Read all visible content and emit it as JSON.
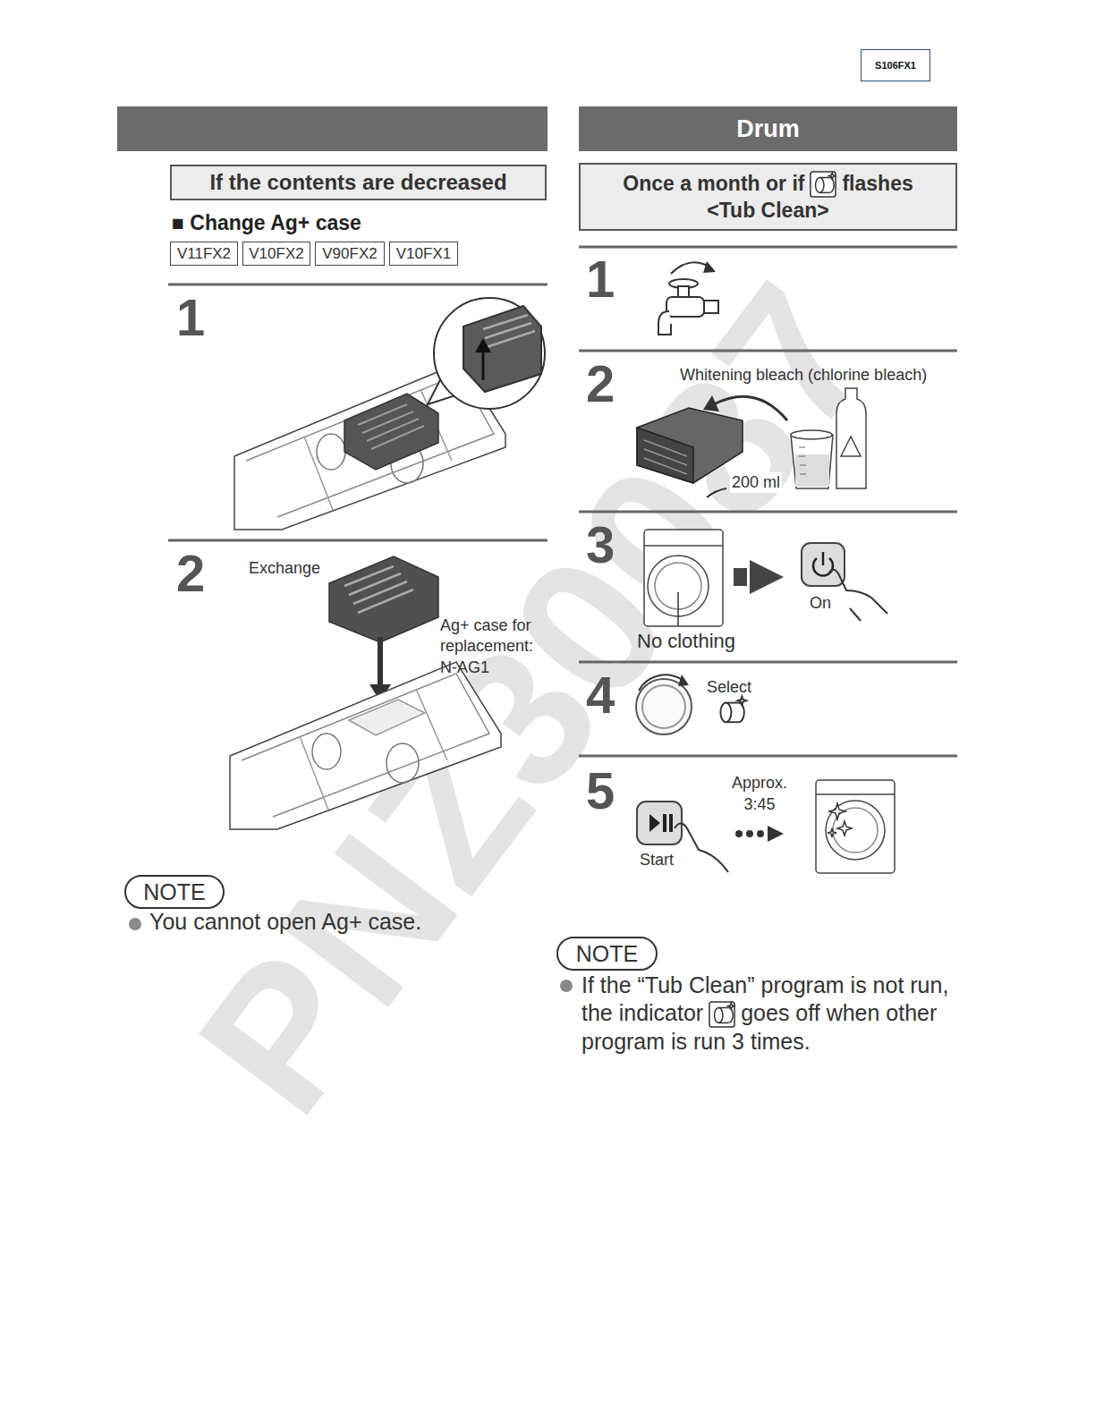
{
  "diagram": {
    "nodes": [
      {
        "text": [
          "S106FX1"
        ]
      },
      {
        "text": [
          "If the contents are decreased"
        ]
      },
      {
        "text": [
          "V11FX2"
        ]
      },
      {
        "text": [
          "V10FX2"
        ]
      },
      {
        "text": [
          "V90FX2"
        ]
      },
      {
        "text": [
          "V10FX1"
        ]
      },
      {
        "text": [
          "Drum"
        ]
      },
      {
        "text": [
          "Once a month or if",
          "flashes",
          "<Tub Clean>"
        ]
      },
      {
        "text": [
          "NOTE"
        ]
      },
      {
        "text": [
          "NOTE"
        ]
      }
    ],
    "labels": [
      "■ Change Ag+ case",
      "1",
      "2",
      "Exchange",
      "Ag+ case for replacement: N-AG1",
      "You cannot open Ag+ case.",
      "1",
      "2",
      "Whitening bleach (chlorine bleach)",
      "200 ml",
      "3",
      "No clothing",
      "On",
      "4",
      "Select",
      "5",
      "Approx. 3:45",
      "Start",
      "If the “Tub Clean” program is not run, the indicator",
      "goes off when other program is run 3 times.",
      "PNZ30087"
    ]
  }
}
